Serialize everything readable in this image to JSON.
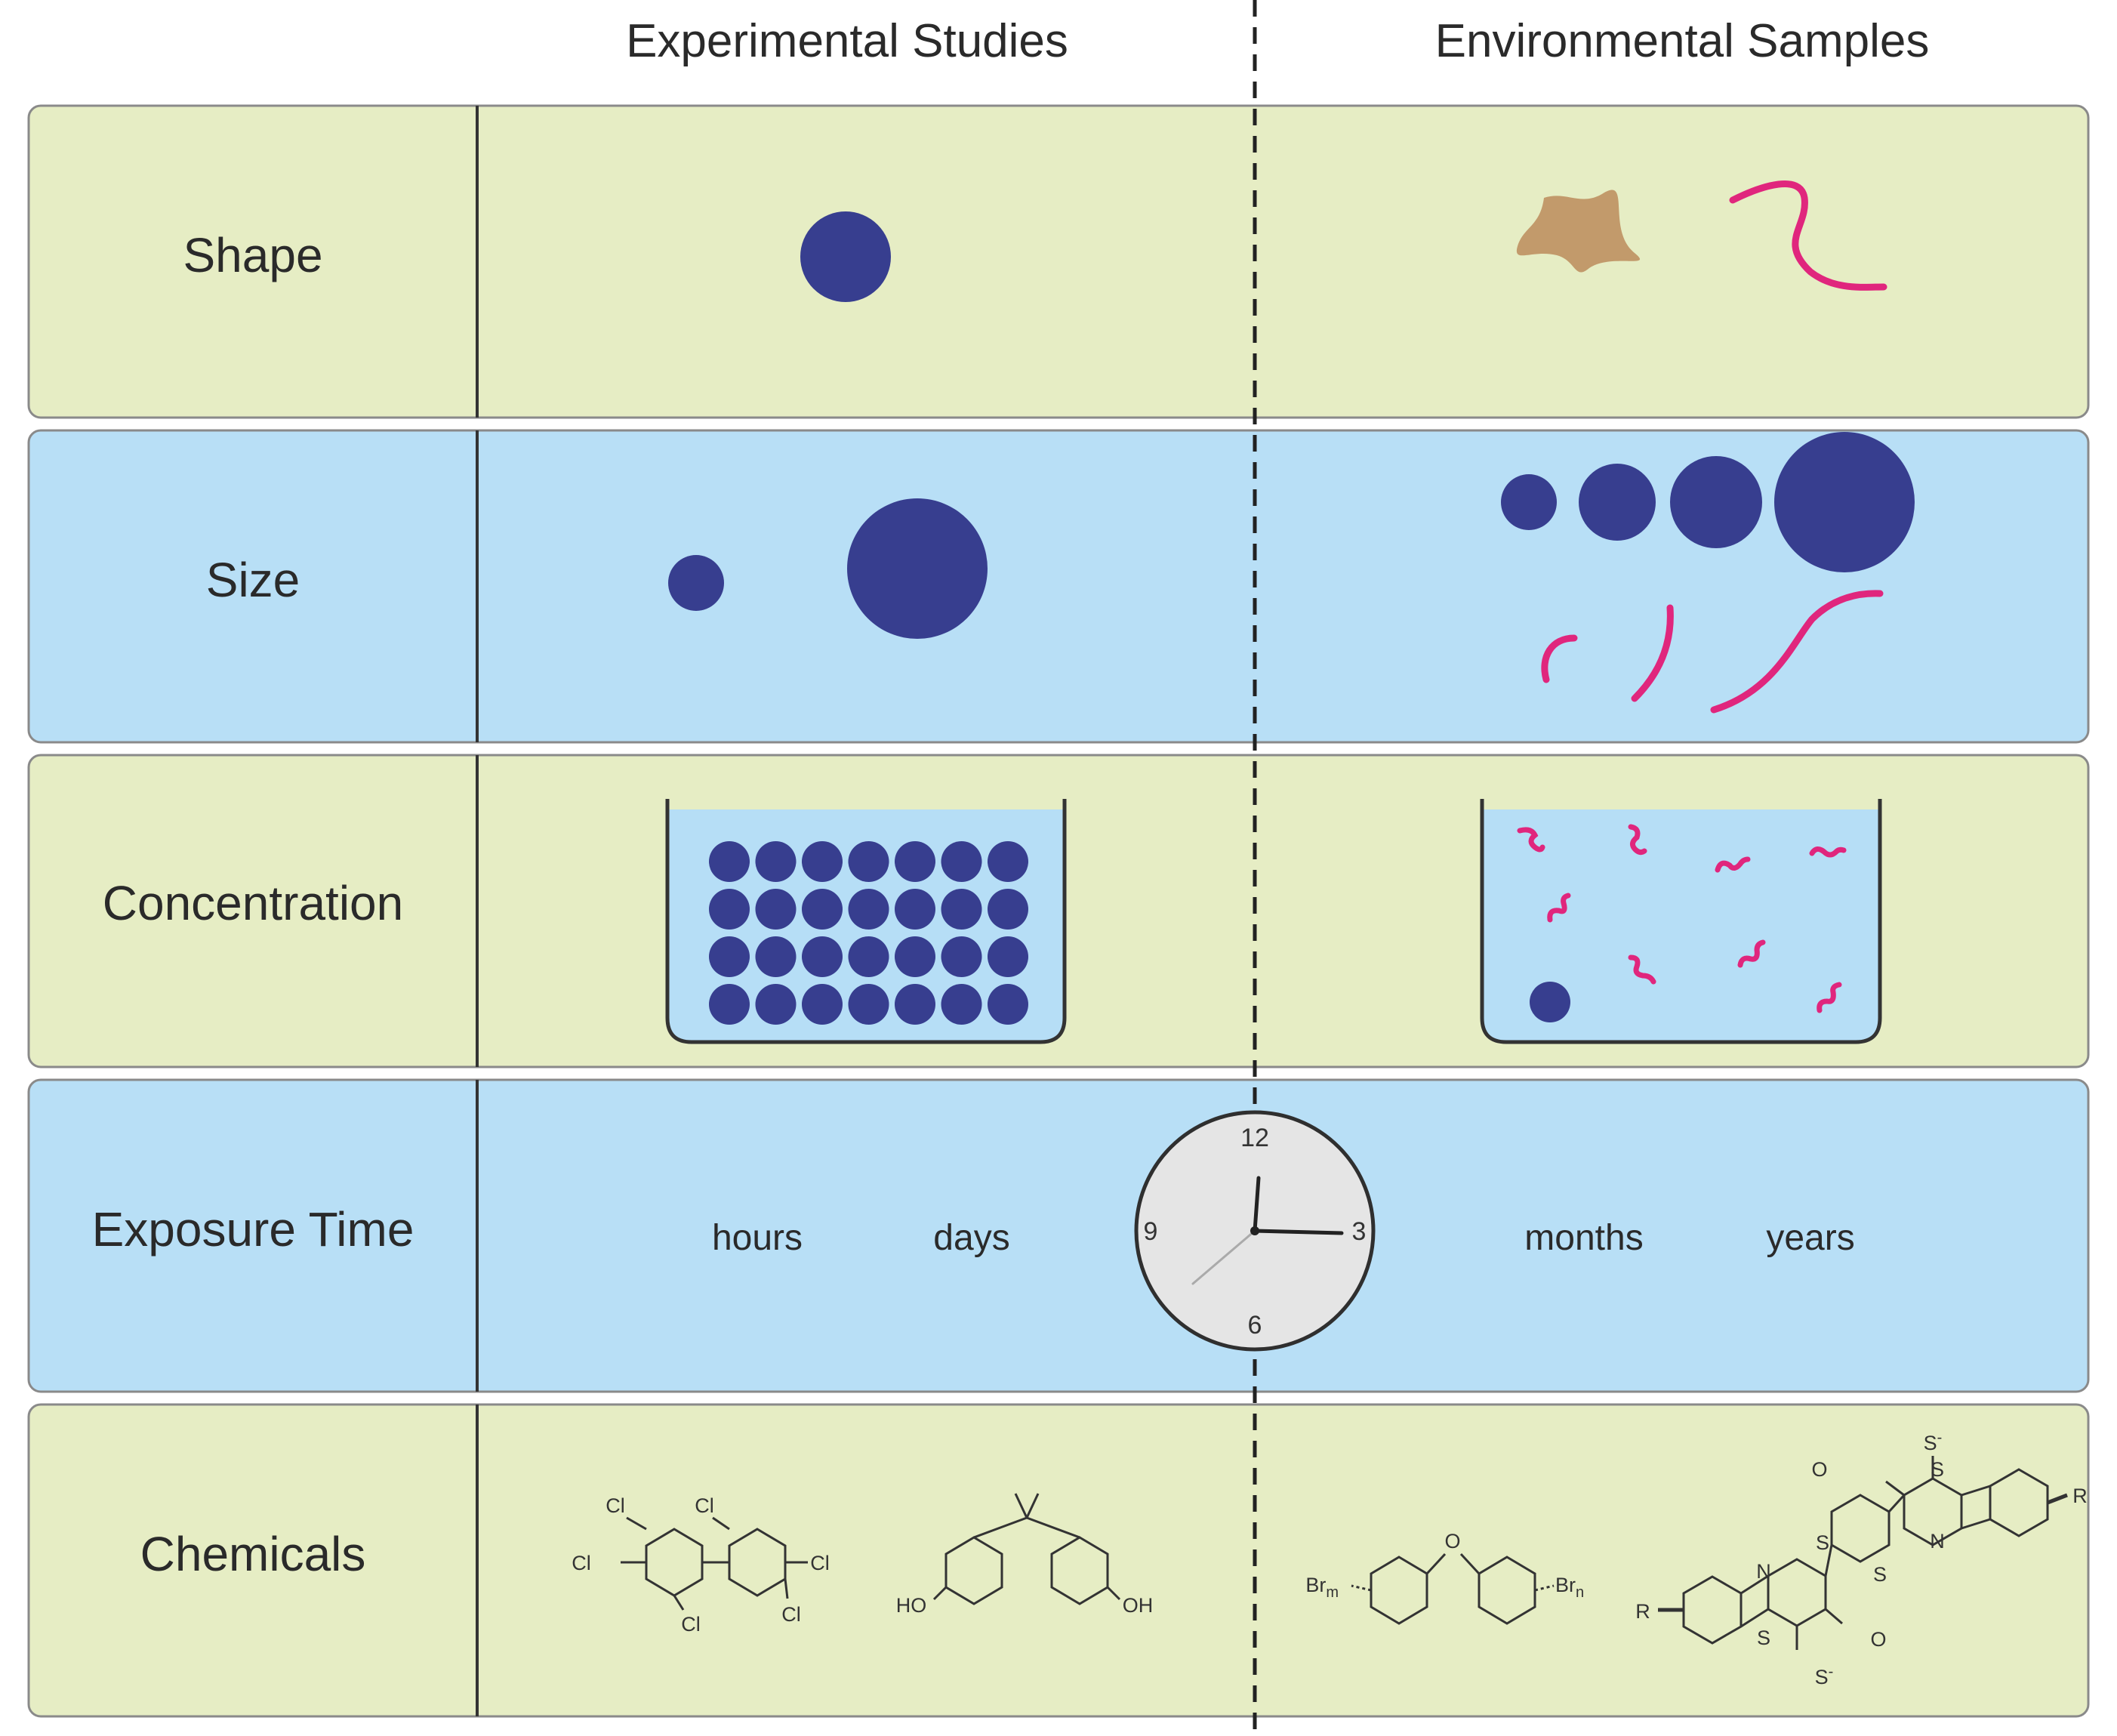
{
  "headers": {
    "left": "Experimental Studies",
    "right": "Environmental Samples"
  },
  "rows": [
    {
      "label": "Shape"
    },
    {
      "label": "Size"
    },
    {
      "label": "Concentration"
    },
    {
      "label": "Exposure Time"
    },
    {
      "label": "Chemicals"
    }
  ],
  "exposure_time": {
    "experimental": [
      "hours",
      "days"
    ],
    "environmental": [
      "months",
      "years"
    ],
    "clock_numbers": [
      "12",
      "3",
      "6",
      "9"
    ]
  },
  "chemicals": {
    "pcb": {
      "cl": [
        "Cl",
        "Cl",
        "Cl",
        "Cl",
        "Cl",
        "Cl"
      ]
    },
    "bpa": {
      "oh_left": "HO",
      "oh_right": "OH"
    },
    "pbde": {
      "o": "O",
      "br_left": "Br",
      "br_left_sub": "m",
      "br_right": "Br",
      "br_right_sub": "n"
    },
    "dye": {
      "s_minus_top": "S",
      "s_minus_bottom": "S",
      "minus": "-",
      "o_top": "O",
      "o_bottom": "O",
      "s_ring": [
        "S",
        "S",
        "S",
        "S"
      ],
      "n_ring": [
        "N",
        "N"
      ],
      "r_left": "R",
      "r_right": "R"
    }
  },
  "colors": {
    "row_green": "#e6edc4",
    "row_blue": "#b8dff6",
    "particle_blue": "#373e8f",
    "fiber_magenta": "#e0267d",
    "fragment_tan": "#c29a6b",
    "water_blue": "#b6def6",
    "clock_face": "#e5e5e5"
  }
}
